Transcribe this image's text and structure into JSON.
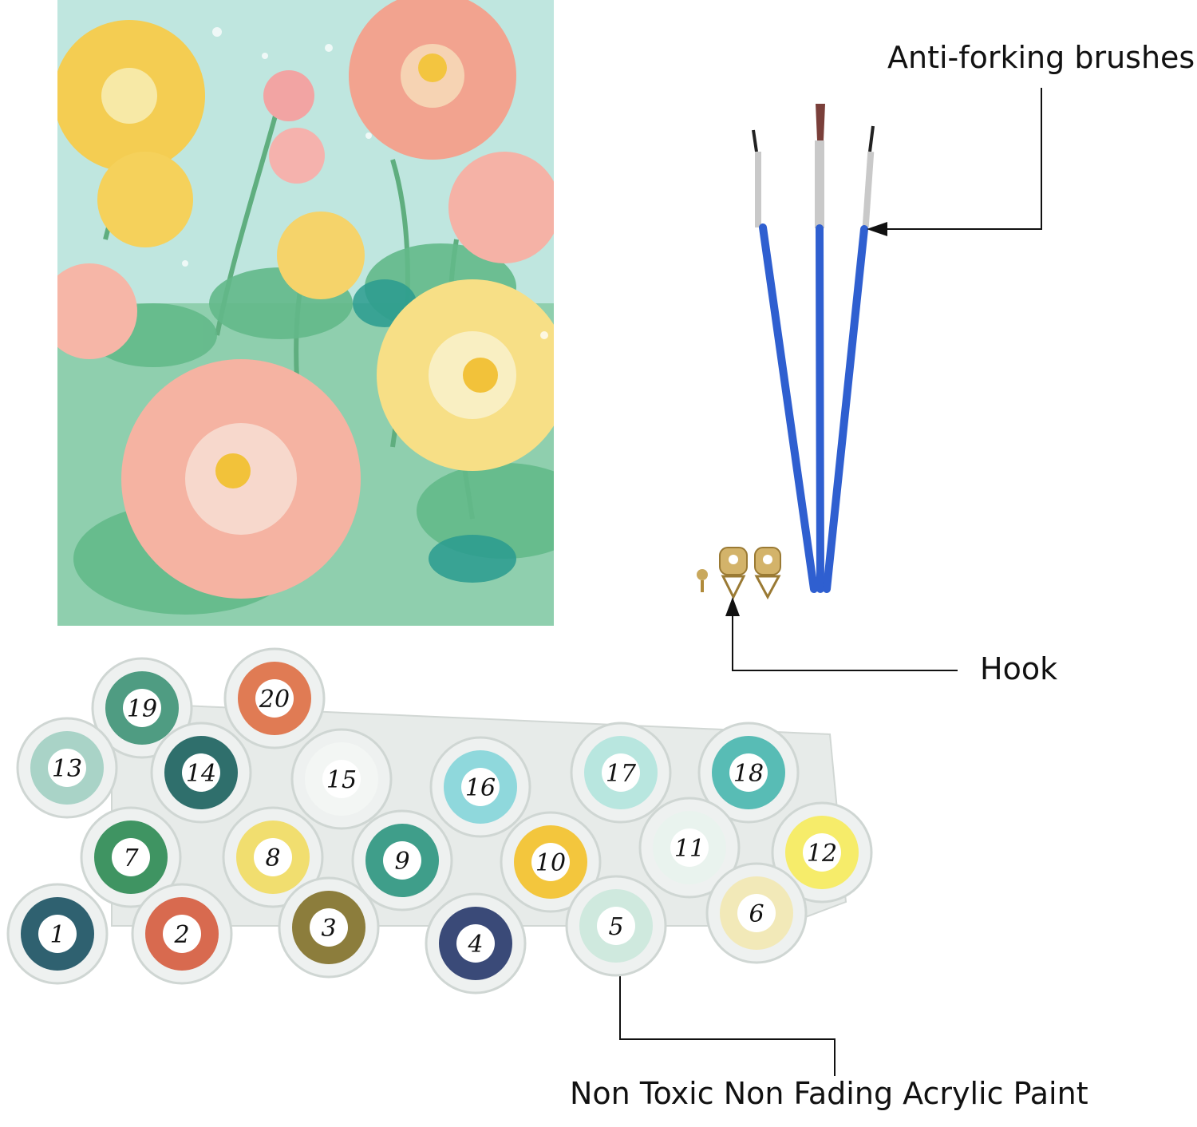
{
  "labels": {
    "brushes": "Anti-forking brushes",
    "hook": "Hook",
    "paint": "Non Toxic Non Fading Acrylic Paint"
  },
  "pots": [
    {
      "number": "19",
      "paint": "#4f9c82"
    },
    {
      "number": "20",
      "paint": "#e07b54"
    },
    {
      "number": "13",
      "paint": "#a9d3c7"
    },
    {
      "number": "14",
      "paint": "#2f6f6c"
    },
    {
      "number": "15",
      "paint": "#f3f6f4"
    },
    {
      "number": "16",
      "paint": "#8fd8dc"
    },
    {
      "number": "17",
      "paint": "#b8e6df"
    },
    {
      "number": "18",
      "paint": "#58bcb5"
    },
    {
      "number": "7",
      "paint": "#3f9462"
    },
    {
      "number": "8",
      "paint": "#f1de6f"
    },
    {
      "number": "9",
      "paint": "#3f9e8a"
    },
    {
      "number": "10",
      "paint": "#f3c63d"
    },
    {
      "number": "11",
      "paint": "#e9f3ee"
    },
    {
      "number": "12",
      "paint": "#f6ec6a"
    },
    {
      "number": "1",
      "paint": "#2f6170"
    },
    {
      "number": "2",
      "paint": "#d86a4f"
    },
    {
      "number": "3",
      "paint": "#8c7d3c"
    },
    {
      "number": "4",
      "paint": "#3a4a78"
    },
    {
      "number": "5",
      "paint": "#cfe9de"
    },
    {
      "number": "6",
      "paint": "#f2e9b8"
    }
  ],
  "colors": {
    "brush_handle": "#2f5fd0",
    "line": "#111111",
    "painting_bg": "#bfe6df"
  }
}
